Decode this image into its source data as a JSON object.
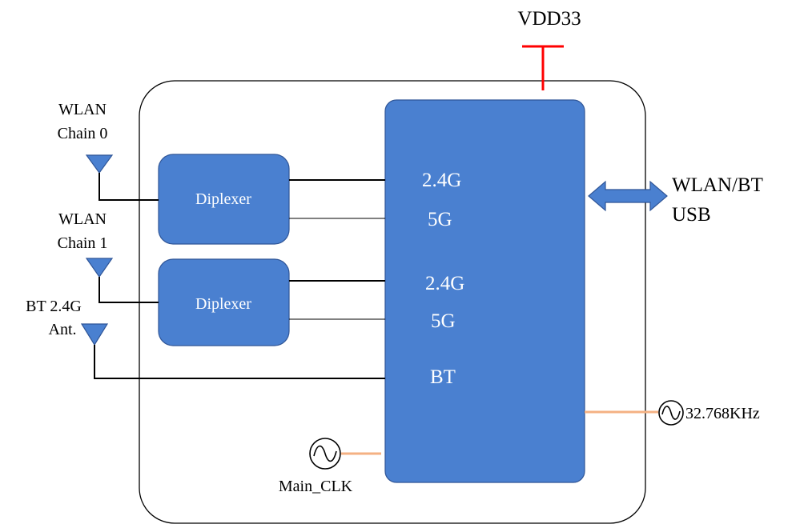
{
  "power": {
    "label": "VDD33"
  },
  "antennas": {
    "wlan_chain0": {
      "line1": "WLAN",
      "line2": "Chain 0"
    },
    "wlan_chain1": {
      "line1": "WLAN",
      "line2": "Chain 1"
    },
    "bt": {
      "line1": "BT 2.4G",
      "line2": "Ant."
    }
  },
  "diplexers": [
    {
      "label": "Diplexer"
    },
    {
      "label": "Diplexer"
    }
  ],
  "chip": {
    "ports": [
      "2.4G",
      "5G",
      "2.4G",
      "5G",
      "BT"
    ]
  },
  "interface": {
    "line1": "WLAN/BT",
    "line2": "USB"
  },
  "clocks": {
    "main": "Main_CLK",
    "sleep": "32.768KHz"
  },
  "colors": {
    "block_fill": "#4a80d0",
    "block_stroke": "#2f5597",
    "power_line": "#ff0000",
    "clock_line": "#f4b183",
    "outline": "#000000",
    "arrow_fill": "#4a80d0",
    "arrow_stroke": "#2f5597"
  }
}
